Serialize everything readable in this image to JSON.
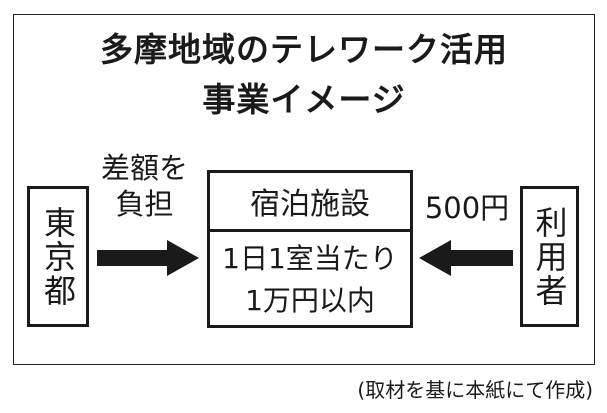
{
  "title": {
    "line1": "多摩地域のテレワーク活用",
    "line2": "事業イメージ"
  },
  "left_entity": "東京都",
  "left_arrow_label": {
    "line1": "差額を",
    "line2": "負担"
  },
  "center": {
    "header": "宿泊施設",
    "line1": "1日1室当たり",
    "line2": "1万円以内"
  },
  "right_arrow_label": "500円",
  "right_entity": "利用者",
  "caption": "(取材を基に本紙にて作成)"
}
